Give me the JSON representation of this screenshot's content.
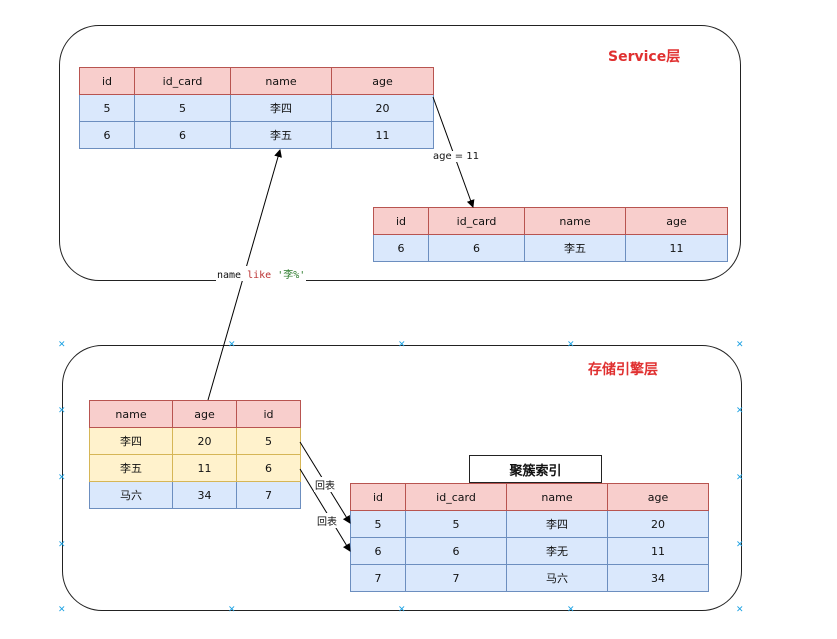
{
  "service_layer": {
    "title": "Service层",
    "title_color": "#e03030",
    "table_a": {
      "headers": [
        "id",
        "id_card",
        "name",
        "age"
      ],
      "rows": [
        [
          "5",
          "5",
          "李四",
          "20"
        ],
        [
          "6",
          "6",
          "李五",
          "11"
        ]
      ]
    },
    "table_b": {
      "headers": [
        "id",
        "id_card",
        "name",
        "age"
      ],
      "rows": [
        [
          "6",
          "6",
          "李五",
          "11"
        ]
      ]
    },
    "filter_label": "age = 11"
  },
  "query_label": {
    "field": "name",
    "keyword": "like",
    "pattern": "'李%'"
  },
  "storage_layer": {
    "title": "存储引擎层",
    "title_color": "#e03030",
    "secondary_index": {
      "headers": [
        "name",
        "age",
        "id"
      ],
      "rows": [
        [
          "李四",
          "20",
          "5"
        ],
        [
          "李五",
          "11",
          "6"
        ],
        [
          "马六",
          "34",
          "7"
        ]
      ]
    },
    "lookup_labels": [
      "回表",
      "回表"
    ],
    "clustered_index": {
      "title": "聚簇索引",
      "headers": [
        "id",
        "id_card",
        "name",
        "age"
      ],
      "rows": [
        [
          "5",
          "5",
          "李四",
          "20"
        ],
        [
          "6",
          "6",
          "李无",
          "11"
        ],
        [
          "7",
          "7",
          "马六",
          "34"
        ]
      ]
    }
  },
  "colors": {
    "header_fill": "#f8cecc",
    "header_border": "#b85450",
    "row_fill_blue": "#dae8fc",
    "row_border_blue": "#6c8ebf",
    "row_fill_yellow": "#fff2cc",
    "row_border_yellow": "#d6b656",
    "marker": "#1ba1e2"
  }
}
